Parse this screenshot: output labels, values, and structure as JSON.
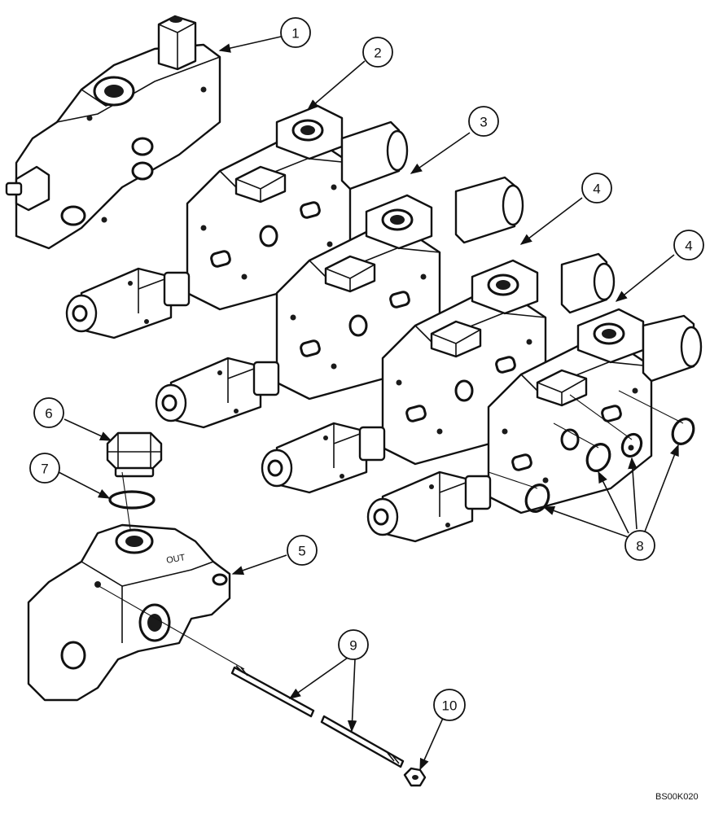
{
  "diagram": {
    "callouts": [
      {
        "label": "1"
      },
      {
        "label": "2"
      },
      {
        "label": "3"
      },
      {
        "label": "4"
      },
      {
        "label": "4"
      },
      {
        "label": "5"
      },
      {
        "label": "6"
      },
      {
        "label": "7"
      },
      {
        "label": "8"
      },
      {
        "label": "9"
      },
      {
        "label": "10"
      }
    ],
    "reference_code": "BS00K020",
    "casting_mark": "OUT",
    "colors": {
      "line": "#111111",
      "background": "#ffffff"
    }
  }
}
